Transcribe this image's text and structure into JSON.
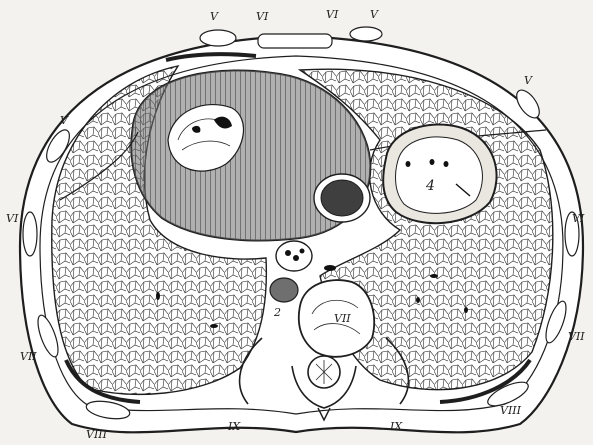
{
  "figure": {
    "colors": {
      "background": "#f3f2ee",
      "ink": "#1e1e1e",
      "heart_fill": "#6f6f6f",
      "dark_organ": "#3f3f3f",
      "light_cavity": "#e9e7df"
    },
    "labels": {
      "top_v_left": "V",
      "top_vi_left": "VI",
      "top_vi_right": "VI",
      "top_v_right": "V",
      "right_v": "V",
      "left_v": "V",
      "left_vi": "VI",
      "right_vi": "VI",
      "left_vii": "VII",
      "right_vii": "VII",
      "bottom_viii_left": "VIII",
      "bottom_ix_left": "IX",
      "bottom_ix_right": "IX",
      "bottom_viii_right": "VIII",
      "vertebra_vii": "VII",
      "number_2": "2",
      "number_4": "4"
    }
  }
}
